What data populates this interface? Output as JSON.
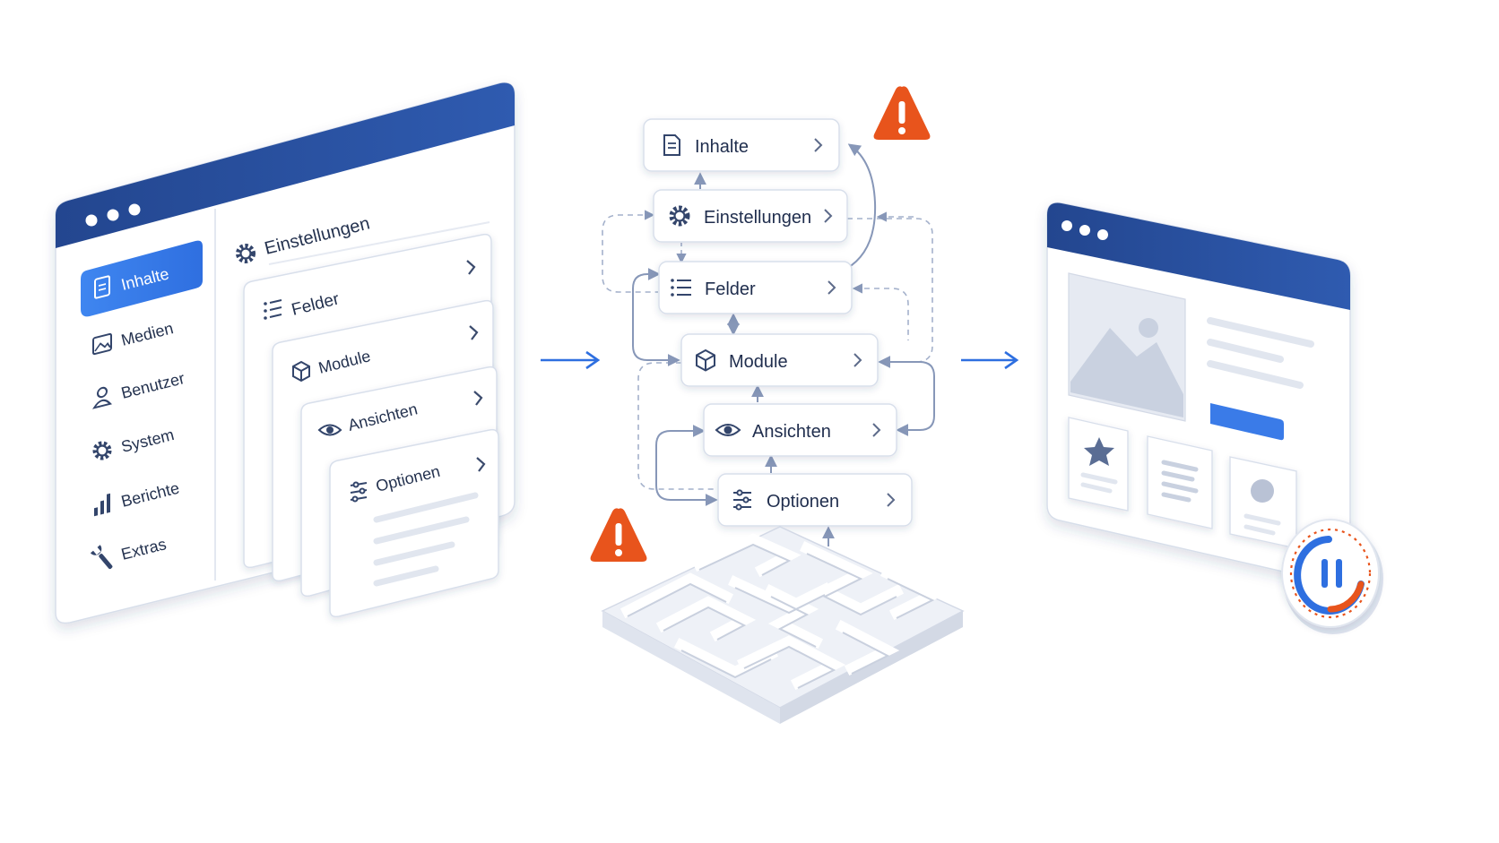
{
  "left_window": {
    "sidebar": [
      {
        "label": "Inhalte",
        "icon": "document-icon",
        "active": true
      },
      {
        "label": "Medien",
        "icon": "image-icon"
      },
      {
        "label": "Benutzer",
        "icon": "user-icon"
      },
      {
        "label": "System",
        "icon": "gear-icon"
      },
      {
        "label": "Berichte",
        "icon": "bar-chart-icon"
      },
      {
        "label": "Extras",
        "icon": "wrench-icon"
      }
    ],
    "panel_title": "Einstellungen",
    "stack": [
      {
        "label": "Felder",
        "icon": "list-icon"
      },
      {
        "label": "Module",
        "icon": "cube-icon"
      },
      {
        "label": "Ansichten",
        "icon": "eye-icon"
      },
      {
        "label": "Optionen",
        "icon": "sliders-icon"
      }
    ]
  },
  "flow": {
    "nodes": [
      {
        "label": "Inhalte",
        "icon": "document-icon"
      },
      {
        "label": "Einstellungen",
        "icon": "gear-icon"
      },
      {
        "label": "Felder",
        "icon": "list-icon"
      },
      {
        "label": "Module",
        "icon": "cube-icon"
      },
      {
        "label": "Ansichten",
        "icon": "eye-icon"
      },
      {
        "label": "Optionen",
        "icon": "sliders-icon"
      }
    ],
    "warnings": [
      "warning-icon",
      "warning-icon"
    ],
    "maze": "maze-icon"
  },
  "right_window": {
    "icons": [
      "image-placeholder-icon",
      "star-icon",
      "list-lines-icon",
      "avatar-icon",
      "loading-badge-icon"
    ]
  },
  "colors": {
    "brand": "#2a4f9c",
    "accent": "#3a7be8",
    "warning": "#e8541c",
    "line": "#9aa9c6"
  }
}
